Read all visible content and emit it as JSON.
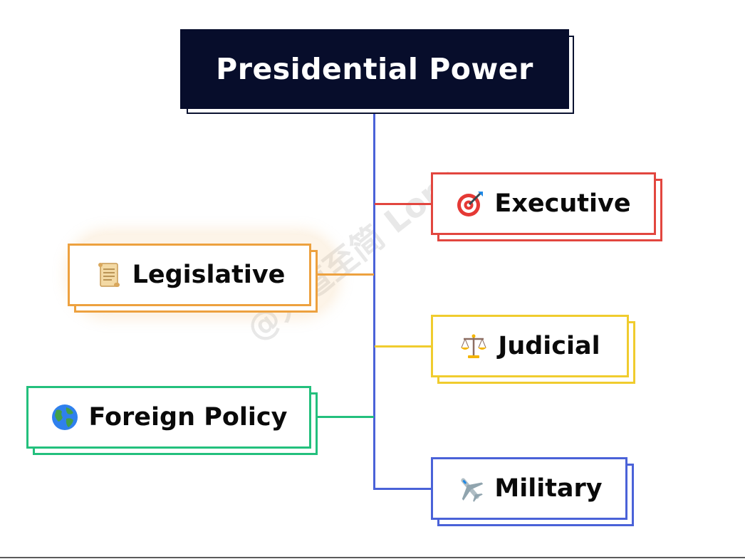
{
  "title": "Presidential Power",
  "watermark": "@大道至简 Loru",
  "colors": {
    "title_bg": "#070d2b",
    "trunk": "#4a62d8",
    "executive": "#e2463f",
    "legislative": "#eda13f",
    "judicial": "#f0cc2e",
    "foreign_policy": "#23c07d",
    "military": "#4a62d8"
  },
  "nodes": {
    "executive": {
      "label": "Executive",
      "icon": "target-dart-icon"
    },
    "legislative": {
      "label": "Legislative",
      "icon": "scroll-icon"
    },
    "judicial": {
      "label": "Judicial",
      "icon": "scales-icon"
    },
    "foreign_policy": {
      "label": "Foreign Policy",
      "icon": "globe-icon"
    },
    "military": {
      "label": "Military",
      "icon": "airplane-icon"
    }
  }
}
